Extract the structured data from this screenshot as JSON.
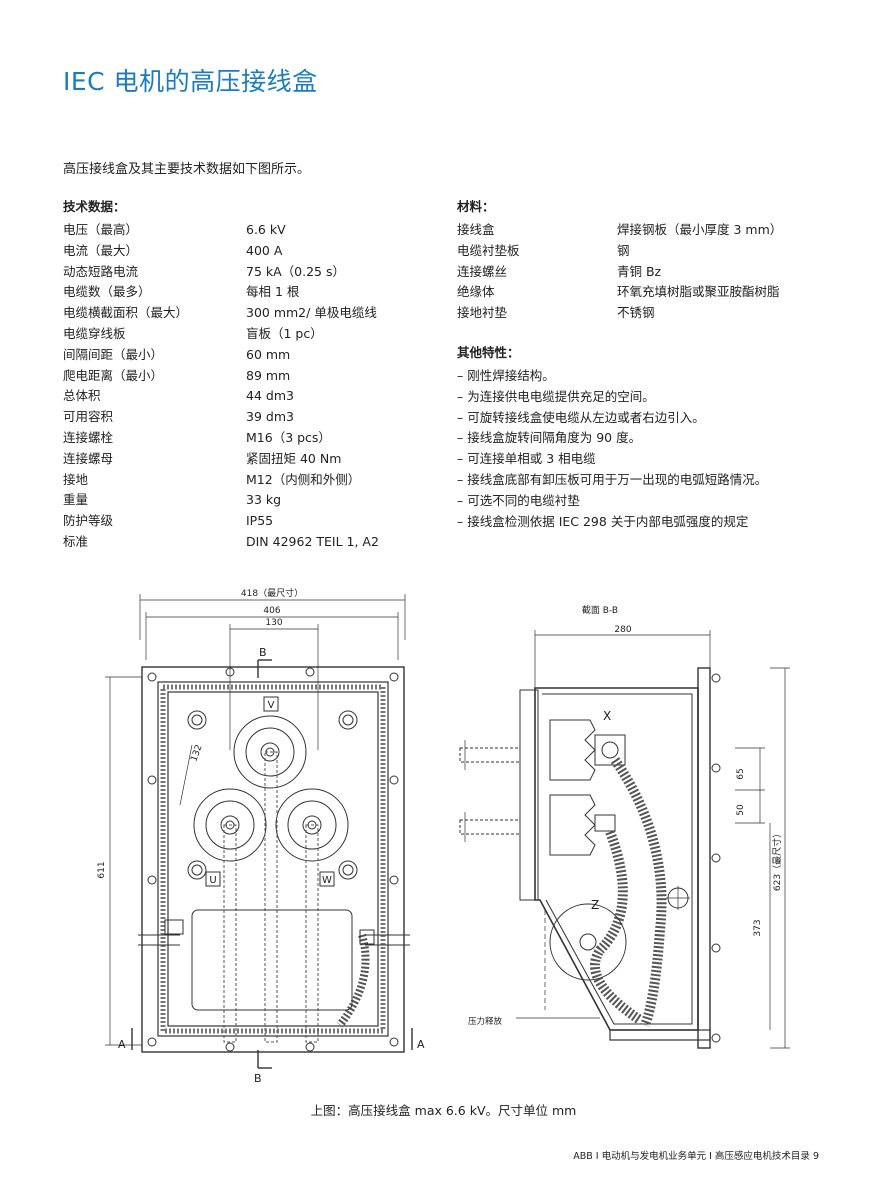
{
  "title": "IEC 电机的高压接线盒",
  "intro": "高压接线盒及其主要技术数据如下图所示。",
  "tech": {
    "heading": "技术数据：",
    "rows": [
      {
        "k": "电压（最高）",
        "v": "6.6 kV"
      },
      {
        "k": "电流（最大）",
        "v": "400 A"
      },
      {
        "k": "动态短路电流",
        "v": "75 kA（0.25 s）"
      },
      {
        "k": "电缆数（最多）",
        "v": "每相 1 根"
      },
      {
        "k": "电缆横截面积（最大）",
        "v": "300 mm2/ 单极电缆线"
      },
      {
        "k": "电缆穿线板",
        "v": "盲板（1 pc）"
      },
      {
        "k": "间隔间距（最小）",
        "v": "60 mm"
      },
      {
        "k": "爬电距离（最小）",
        "v": "89 mm"
      },
      {
        "k": "总体积",
        "v": "44 dm3"
      },
      {
        "k": "可用容积",
        "v": "39 dm3"
      },
      {
        "k": "连接螺栓",
        "v": "M16（3 pcs）"
      },
      {
        "k": "连接螺母",
        "v": "紧固扭矩 40 Nm"
      },
      {
        "k": "接地",
        "v": "M12（内侧和外侧）"
      },
      {
        "k": "重量",
        "v": "33 kg"
      },
      {
        "k": "防护等级",
        "v": "IP55"
      },
      {
        "k": "标准",
        "v": "DIN 42962 TEIL 1, A2"
      }
    ]
  },
  "materials": {
    "heading": "材料：",
    "rows": [
      {
        "k": "接线盒",
        "v": "焊接钢板（最小厚度 3 mm）"
      },
      {
        "k": "电缆衬垫板",
        "v": "钢"
      },
      {
        "k": "连接螺丝",
        "v": "青铜 Bz"
      },
      {
        "k": "绝缘体",
        "v": "环氧充填树脂或聚亚胺酯树脂"
      },
      {
        "k": "接地衬垫",
        "v": "不锈钢"
      }
    ]
  },
  "other": {
    "heading": "其他特性：",
    "items": [
      "– 刚性焊接结构。",
      "– 为连接供电电缆提供充足的空间。",
      "– 可旋转接线盒使电缆从左边或者右边引入。",
      "– 接线盒旋转间隔角度为 90 度。",
      "– 可连接单相或 3 相电缆",
      "– 接线盒底部有卸压板可用于万一出现的电弧短路情况。",
      "– 可选不同的电缆衬垫",
      "– 接线盒检测依据 IEC 298 关于内部电弧强度的规定"
    ]
  },
  "drawing": {
    "front": {
      "dim_total": "418（最尺寸）",
      "dim_406": "406",
      "dim_130": "130",
      "dim_132": "132",
      "dim_611": "611",
      "label_b_top": "B",
      "label_b_bottom": "B",
      "label_a_left": "A",
      "label_a_right": "A",
      "phase_v": "V",
      "phase_u": "U",
      "phase_w": "W"
    },
    "section": {
      "title": "截面 B-B",
      "dim_280": "280",
      "dim_65": "65",
      "dim_50": "50",
      "dim_373": "373",
      "dim_623": "623（最尺寸）",
      "label_x": "X",
      "label_z": "Z",
      "pressure_relief": "压力释放"
    }
  },
  "caption": "上图：高压接线盒 max 6.6 kV。尺寸单位 mm",
  "footer": "ABB I 电动机与发电机业务单元 I 高压感应电机技术目录 9"
}
